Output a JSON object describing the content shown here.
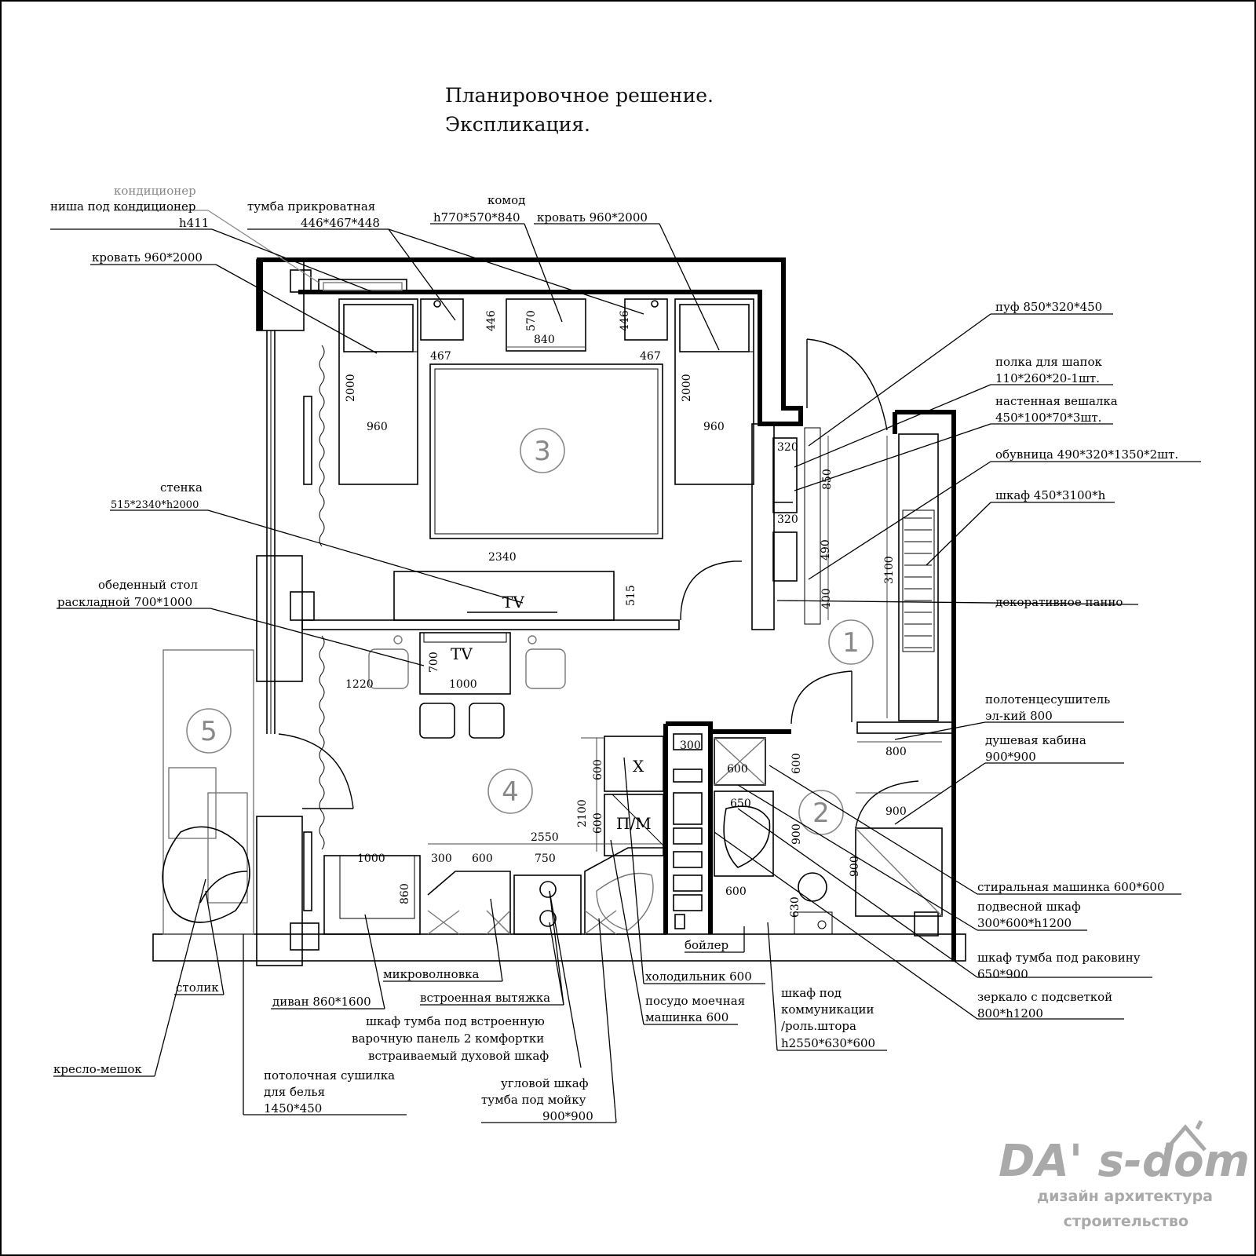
{
  "title": {
    "line1": "Планировочное решение.",
    "line2": "Экспликация."
  },
  "rooms": [
    "1",
    "2",
    "3",
    "4",
    "5"
  ],
  "callouts_left": {
    "conditioner": "кондиционер",
    "niche_1": "ниша под кондиционер",
    "niche_2": "h411",
    "bedside_1": "тумба прикроватная",
    "bedside_2": "446*467*448",
    "dresser_1": "комод",
    "dresser_2": "h770*570*840",
    "bed_right": "кровать 960*2000",
    "bed_left": "кровать 960*2000",
    "wall_unit_1": "стенка",
    "wall_unit_2": "515*2340*h2000",
    "table_1": "обеденный стол",
    "table_2": "раскладной 700*1000"
  },
  "callouts_right": {
    "pouf": "пуф 850*320*450",
    "shelf_1": "полка для шапок",
    "shelf_2": "110*260*20-1шт.",
    "hanger_1": "настенная вешалка",
    "hanger_2": "450*100*70*3шт.",
    "shoe": "обувница 490*320*1350*2шт.",
    "wardrobe": "шкаф 450*3100*h",
    "panel": "декоративное панно",
    "towel_1": "полотенцесушитель",
    "towel_2": "эл-кий 800",
    "shower_1": "душевая кабина",
    "shower_2": "900*900",
    "washer": "стиральная машинка 600*600",
    "wall_cab_1": "подвесной шкаф",
    "wall_cab_2": "300*600*h1200",
    "sink_cab_1": "шкаф тумба под раковину",
    "sink_cab_2": "650*900",
    "mirror_1": "зеркало с подсветкой",
    "mirror_2": "800*h1200"
  },
  "callouts_bottom": {
    "boiler": "бойлер",
    "fridge": "холодильник 600",
    "dishwasher_1": "посудо моечная",
    "dishwasher_2": "машинка 600",
    "comm_1": "шкаф под",
    "comm_2": "коммуникации",
    "comm_3": "/роль.штора",
    "comm_4": "h2550*630*600",
    "microwave": "микроволновка",
    "hood": "встроенная вытяжка",
    "hob_1": "шкаф тумба под встроенную",
    "hob_2": "варочную панель 2 комфортки",
    "oven": "встраиваемый духовой шкаф",
    "corner_1": "угловой шкаф",
    "corner_2": "тумба под мойку",
    "corner_3": "900*900",
    "sofa": "диван 860*1600",
    "coffee_table": "столик",
    "beanbag": "кресло-мешок",
    "dryer_1": "потолочная сушилка",
    "dryer_2": "для белья",
    "dryer_3": "1450*450"
  },
  "plan_labels": {
    "tv": "TV",
    "x": "X",
    "pm": "П/М"
  },
  "dims": {
    "d446a": "446",
    "d467a": "467",
    "d570": "570",
    "d840": "840",
    "d446b": "446",
    "d467b": "467",
    "d2000a": "2000",
    "d960a": "960",
    "d2000b": "2000",
    "d960b": "960",
    "d2340": "2340",
    "d515": "515",
    "d700": "700",
    "d1000a": "1000",
    "d1220": "1220",
    "d320a": "320",
    "d850": "850",
    "d320b": "320",
    "d490": "490",
    "d400": "400",
    "d3100": "3100",
    "d800": "800",
    "d900a": "900",
    "d900b": "900",
    "d600a": "600",
    "d600b": "600",
    "d2100": "2100",
    "d2550": "2550",
    "d300a": "300",
    "d600c": "600",
    "d750": "750",
    "d1000b": "1000",
    "d860": "860",
    "d300b": "300",
    "d600d": "600",
    "d650": "650",
    "d900c": "900",
    "d600e": "600",
    "d600f": "600",
    "d630": "630"
  },
  "logo": {
    "name": "DA' s-dom",
    "tag1": "дизайн архитектура",
    "tag2": "строительство"
  }
}
